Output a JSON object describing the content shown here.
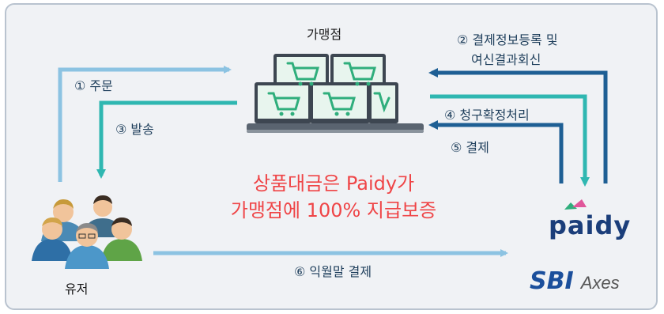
{
  "merchant": {
    "title": "가맹점"
  },
  "user": {
    "title": "유저"
  },
  "steps": {
    "order": "① 주문",
    "ship": "③ 발송",
    "register": [
      "② 결제정보등록 및",
      "여신결과회신"
    ],
    "claim": "④ 청구확정처리",
    "settle": "⑤ 결제",
    "monthly": "⑥ 익월말 결제"
  },
  "headline": [
    "상품대금은 Paidy가",
    "가맹점에 100% 지급보증"
  ],
  "logos": {
    "paidy": "paidy",
    "sbi": "SBI",
    "axes": "Axes"
  },
  "colors": {
    "light_arrow": "#8cc3e2",
    "teal_arrow": "#2fb7b1",
    "navy_arrow": "#1e5f94",
    "headline": "#ef4547"
  }
}
